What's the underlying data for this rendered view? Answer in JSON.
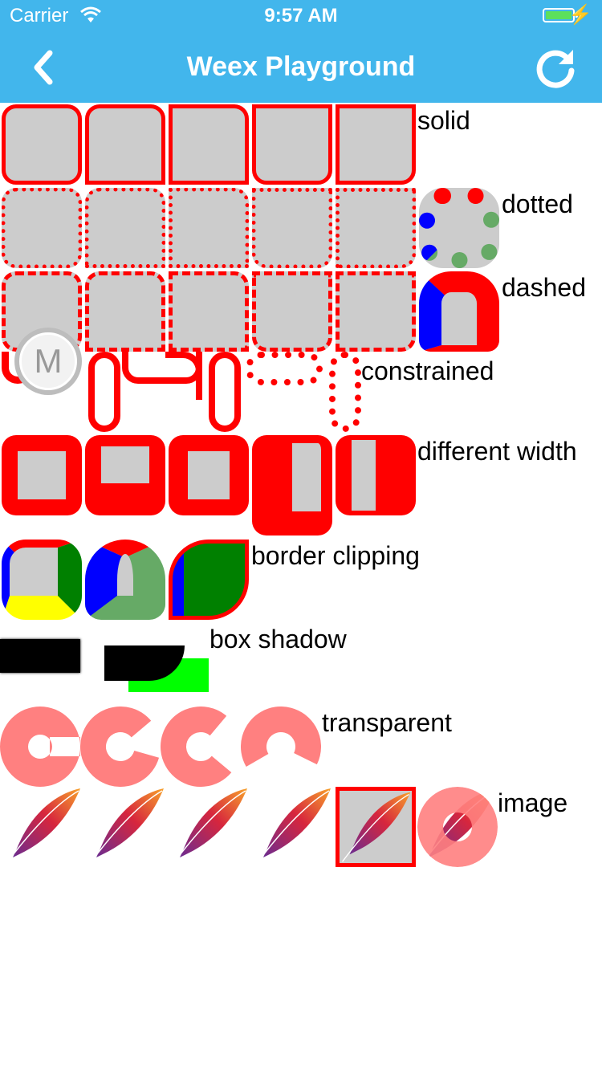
{
  "status_bar": {
    "carrier": "Carrier",
    "time": "9:57 AM",
    "charging": "⚡"
  },
  "nav": {
    "title": "Weex Playground",
    "back_icon": "back-chevron-icon",
    "reload_icon": "reload-icon"
  },
  "labels": {
    "solid": "solid",
    "dotted": "dotted",
    "dashed": "dashed",
    "constrained": "constrained",
    "different_width": "different width",
    "border_clipping": "border clipping",
    "box_shadow": "box shadow",
    "transparent": "transparent",
    "image": "image"
  },
  "floating_button": {
    "letter": "M"
  },
  "colors": {
    "nav": "#42B6EC",
    "border": "#FF0000",
    "fill": "#CCCCCC",
    "blue": "#0000FF",
    "green": "#008000",
    "soft_green": "#66AA66",
    "yellow": "#FFFF00",
    "lime": "#00FF00",
    "translucent": "#FF8080"
  }
}
